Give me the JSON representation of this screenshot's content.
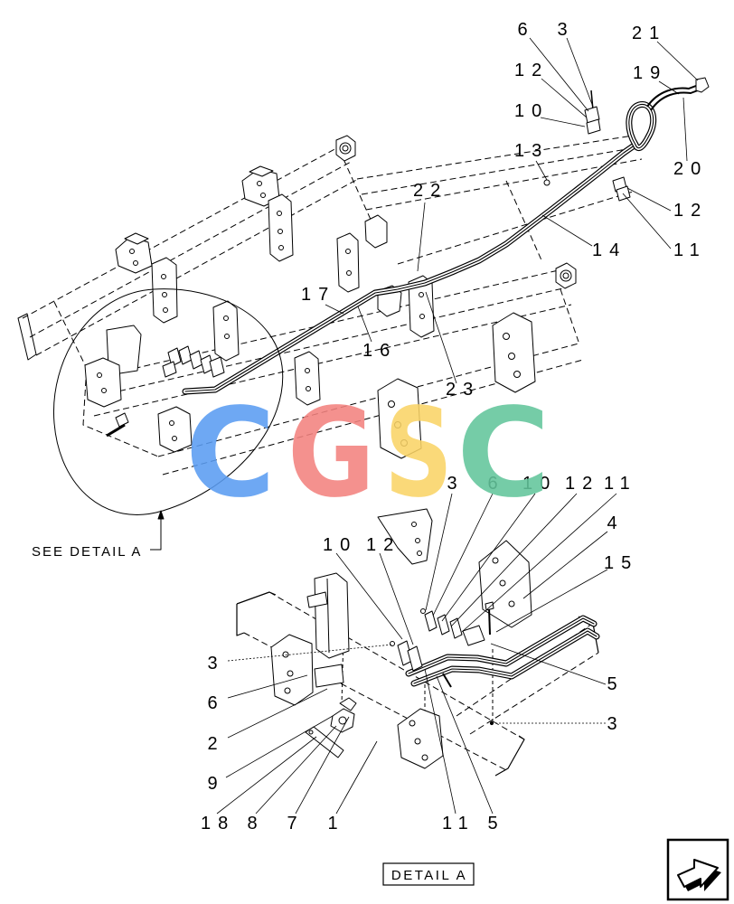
{
  "line_color": "#000000",
  "main_view": {
    "callouts": [
      "6",
      "3",
      "21",
      "12",
      "19",
      "10",
      "13",
      "20",
      "22",
      "12",
      "14",
      "11",
      "17",
      "16",
      "23"
    ],
    "see_detail_label": "SEE DETAIL A"
  },
  "detail_view": {
    "title": "DETAIL A",
    "callouts": [
      "3",
      "6",
      "10",
      "12",
      "11",
      "4",
      "15",
      "10",
      "12",
      "3",
      "6",
      "5",
      "2",
      "3",
      "9",
      "18",
      "8",
      "7",
      "1",
      "11",
      "5"
    ]
  },
  "watermark": {
    "letters": [
      {
        "char": "C",
        "color": "#5B9DF2"
      },
      {
        "char": "G",
        "color": "#F3827F"
      },
      {
        "char": "S",
        "color": "#FAD467"
      },
      {
        "char": "C",
        "color": "#63C69C"
      }
    ]
  },
  "navigation": {
    "next_icon": "next-page-arrow-icon"
  }
}
